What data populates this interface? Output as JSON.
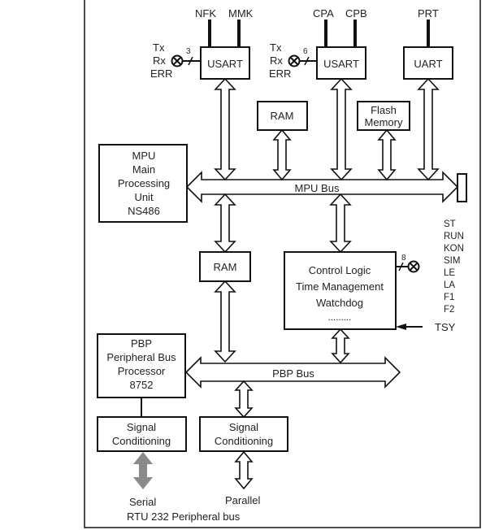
{
  "diagram": {
    "usart1": {
      "label": "USART",
      "inputs": [
        "NFK",
        "MMK"
      ],
      "signals": [
        "Tx",
        "Rx",
        "ERR"
      ],
      "bus_width": "3"
    },
    "usart2": {
      "label": "USART",
      "inputs": [
        "CPA",
        "CPB"
      ],
      "signals": [
        "Tx",
        "Rx",
        "ERR"
      ],
      "bus_width": "6"
    },
    "uart": {
      "label": "UART",
      "inputs": [
        "PRT"
      ]
    },
    "ram_top": {
      "label": "RAM"
    },
    "flash": {
      "lines": [
        "Flash",
        "Memory"
      ]
    },
    "mpu": {
      "lines": [
        "MPU",
        "Main",
        "Processing",
        "Unit",
        "NS486"
      ]
    },
    "mpu_bus": {
      "label": "MPU Bus"
    },
    "ram_mid": {
      "label": "RAM"
    },
    "control": {
      "lines": [
        "Control Logic",
        "Time Management",
        "Watchdog",
        "........."
      ],
      "bus_width": "8",
      "status_signals": [
        "ST",
        "RUN",
        "KON",
        "SIM",
        "LE",
        "LA",
        "F1",
        "F2"
      ],
      "input": "TSY"
    },
    "pbp": {
      "lines": [
        "PBP",
        "Peripheral Bus",
        "Processor",
        "8752"
      ]
    },
    "pbp_bus": {
      "label": "PBP Bus"
    },
    "sig_cond_1": {
      "lines": [
        "Signal",
        "Conditioning"
      ]
    },
    "sig_cond_2": {
      "lines": [
        "Signal",
        "Conditioning"
      ]
    },
    "serial_label": "Serial",
    "parallel_label": "Parallel",
    "caption": "RTU 232 Peripheral bus"
  }
}
